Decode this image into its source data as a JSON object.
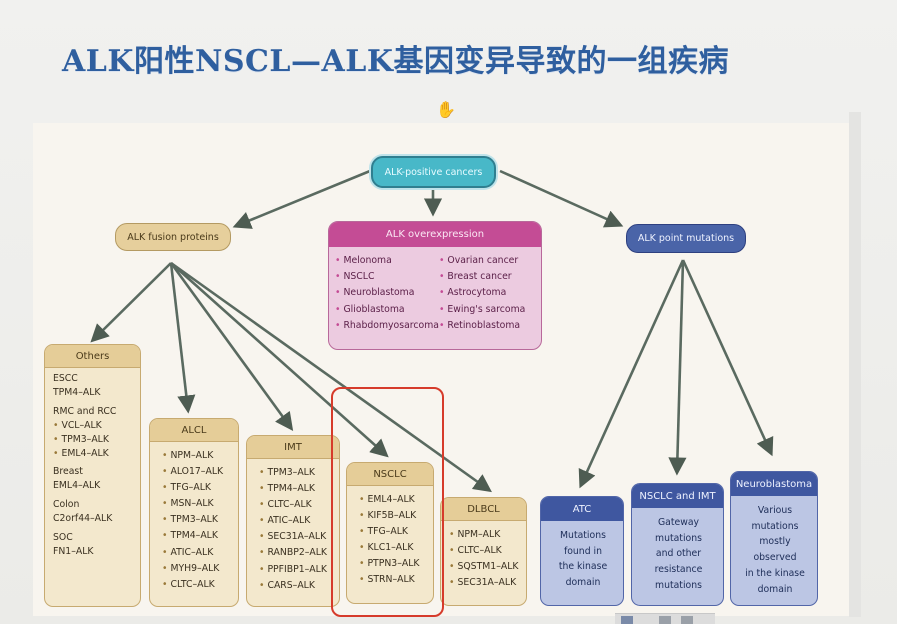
{
  "slide": {
    "title": "ALK阳性NSCL—ALK基因变异导致的一组疾病"
  },
  "diagram": {
    "center": "ALK-positive cancers",
    "fusion": {
      "label": "ALK fusion proteins"
    },
    "overexpression": {
      "label": "ALK overexpression",
      "left": [
        "Melonoma",
        "NSCLC",
        "Neuroblastoma",
        "Glioblastoma",
        "Rhabdomyosarcoma"
      ],
      "right": [
        "Ovarian cancer",
        "Breast cancer",
        "Astrocytoma",
        "Ewing's sarcoma",
        "Retinoblastoma"
      ]
    },
    "point": {
      "label": "ALK point mutations"
    },
    "others": {
      "label": "Others",
      "groups": [
        {
          "label": "ESCC",
          "lines": [
            "TPM4–ALK"
          ],
          "bulleted": false
        },
        {
          "label": "RMC and RCC",
          "lines": [
            "VCL–ALK",
            "TPM3–ALK",
            "EML4–ALK"
          ],
          "bulleted": true
        },
        {
          "label": "Breast",
          "lines": [
            "EML4–ALK"
          ],
          "bulleted": false
        },
        {
          "label": "Colon",
          "lines": [
            "C2orf44–ALK"
          ],
          "bulleted": false
        },
        {
          "label": "SOC",
          "lines": [
            "FN1–ALK"
          ],
          "bulleted": false
        }
      ]
    },
    "alcl": {
      "label": "ALCL",
      "items": [
        "NPM–ALK",
        "ALO17–ALK",
        "TFG–ALK",
        "MSN–ALK",
        "TPM3–ALK",
        "TPM4–ALK",
        "ATIC–ALK",
        "MYH9–ALK",
        "CLTC–ALK"
      ]
    },
    "imt": {
      "label": "IMT",
      "items": [
        "TPM3–ALK",
        "TPM4–ALK",
        "CLTC–ALK",
        "ATIC–ALK",
        "SEC31A–ALK",
        "RANBP2–ALK",
        "PPFIBP1–ALK",
        "CARS–ALK"
      ]
    },
    "nsclc": {
      "label": "NSCLC",
      "items": [
        "EML4–ALK",
        "KIF5B–ALK",
        "TFG–ALK",
        "KLC1–ALK",
        "PTPN3–ALK",
        "STRN–ALK"
      ]
    },
    "dlbcl": {
      "label": "DLBCL",
      "items": [
        "NPM–ALK",
        "CLTC–ALK",
        "SQSTM1–ALK",
        "SEC31A–ALK"
      ]
    },
    "atc": {
      "label": "ATC",
      "text": "Mutations\nfound in\nthe kinase\ndomain"
    },
    "nsclc_imt": {
      "label": "NSCLC and IMT",
      "text": "Gateway\nmutations\nand other\nresistance\nmutations"
    },
    "neuro": {
      "label": "Neuroblastoma",
      "text": "Various\nmutations\nmostly\nobserved\nin the kinase\ndomain"
    }
  },
  "colors": {
    "title": "#2f5f9f",
    "center": "#48b8c8",
    "fusion": "#e6cf9c",
    "overexpression": "#c44c95",
    "point": "#4a64a8",
    "highlight": "#d63b2b"
  },
  "icons": {
    "cursor": "hand-cursor-icon"
  }
}
